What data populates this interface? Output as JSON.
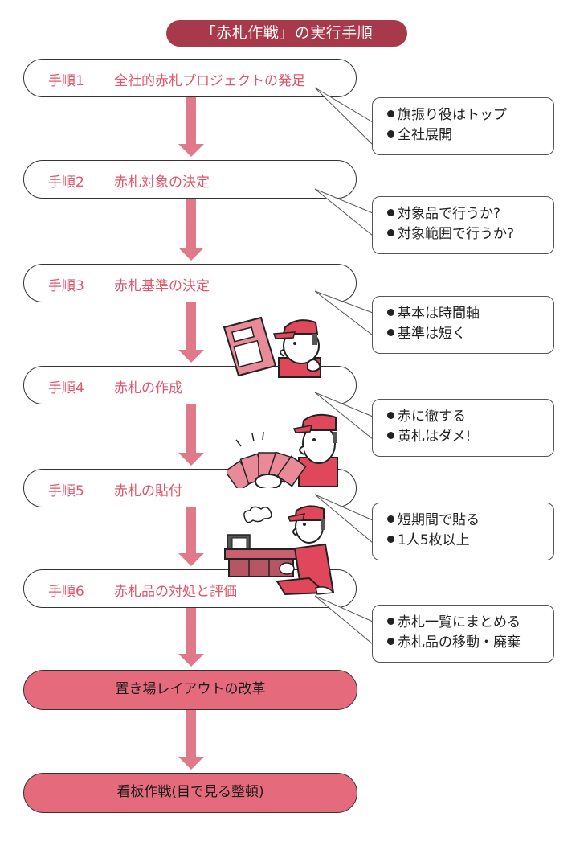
{
  "title": "「赤札作戦」の実行手順",
  "colors": {
    "title_bg": "#a8394a",
    "step_text": "#e0566a",
    "arrow": "#e07a8a",
    "final_fill": "#e46a7c",
    "highlight": "#7fd6ea"
  },
  "steps": [
    {
      "num": "手順1",
      "name": "全社的赤札プロジェクトの発足",
      "notes": [
        "旗振り役はトップ",
        "全社展開"
      ]
    },
    {
      "num": "手順2",
      "name": "赤札対象の決定",
      "notes": [
        "対象品で行うか?",
        "対象範囲で行うか?"
      ]
    },
    {
      "num": "手順3",
      "name": "赤札基準の決定",
      "notes": [
        "基本は時間軸",
        "基準は短く"
      ]
    },
    {
      "num": "手順4",
      "name": "赤札の作成",
      "notes": [
        "赤に徹する",
        "黄札はダメ!"
      ]
    },
    {
      "num": "手順5",
      "name": "赤札の貼付",
      "notes": [
        "短期間で貼る",
        "1人5枚以上"
      ]
    },
    {
      "num": "手順6",
      "name": "赤札品の対処と評価",
      "notes": [
        "赤札一覧にまとめる",
        "赤札品の移動・廃棄"
      ]
    }
  ],
  "outcomes": [
    {
      "label": "置き場レイアウトの改革"
    },
    {
      "label": "看板作戦(目で見る整頓)"
    }
  ],
  "illustrations": [
    {
      "icon": "worker-reading-document-icon"
    },
    {
      "icon": "worker-holding-red-tags-icon"
    },
    {
      "icon": "worker-carrying-box-icon"
    }
  ]
}
